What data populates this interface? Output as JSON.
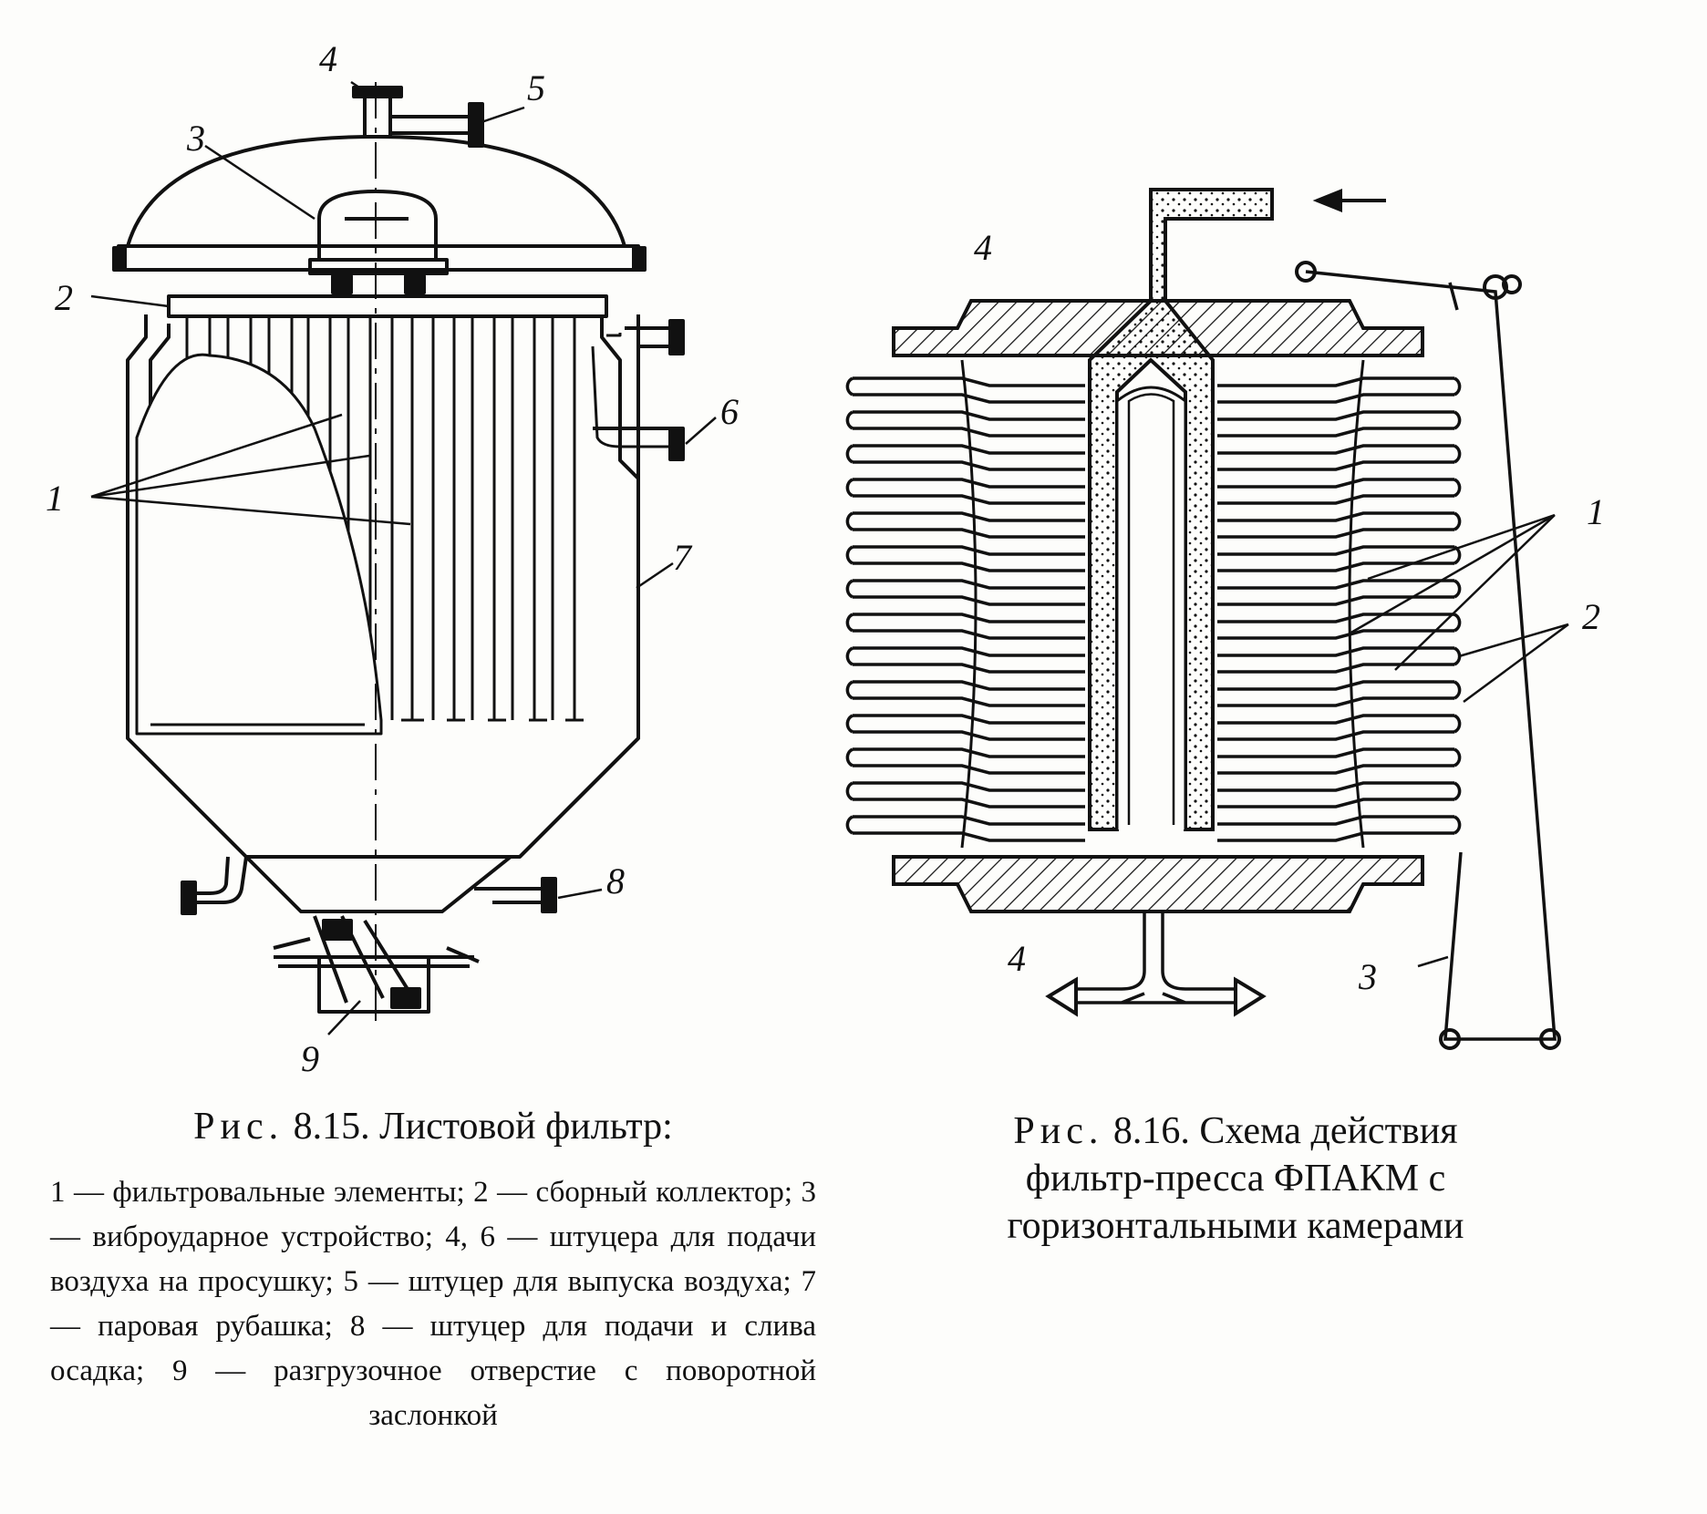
{
  "figure_8_15": {
    "caption_prefix": "Рис.",
    "caption_number": "8.15.",
    "caption_title": "Листовой фильтр:",
    "legend_text": "1 — фильтровальные элементы; 2 — сборный коллектор; 3 — виброударное устройство; 4, 6 — штуцера для подачи воздуха на просушку; 5 — штуцер для выпуска воздуха; 7 — паровая рубашка; 8 — штуцер для подачи и слива осадка; 9 — разгрузочное отверстие с поворотной заслонкой",
    "labels": {
      "l1": "1",
      "l2": "2",
      "l3": "3",
      "l4": "4",
      "l5": "5",
      "l6": "6",
      "l7": "7",
      "l8": "8",
      "l9": "9"
    }
  },
  "figure_8_16": {
    "caption_prefix": "Рис.",
    "caption_number": "8.16.",
    "caption_line1": "Схема действия",
    "caption_line2": "фильтр-пресса ФПАКМ с",
    "caption_line3": "горизонтальными камерами",
    "labels": {
      "l1": "1",
      "l2": "2",
      "l3": "3",
      "l4_top": "4",
      "l4_bottom": "4"
    }
  },
  "colors": {
    "ink": "#111111",
    "paper": "#fdfdfb"
  }
}
